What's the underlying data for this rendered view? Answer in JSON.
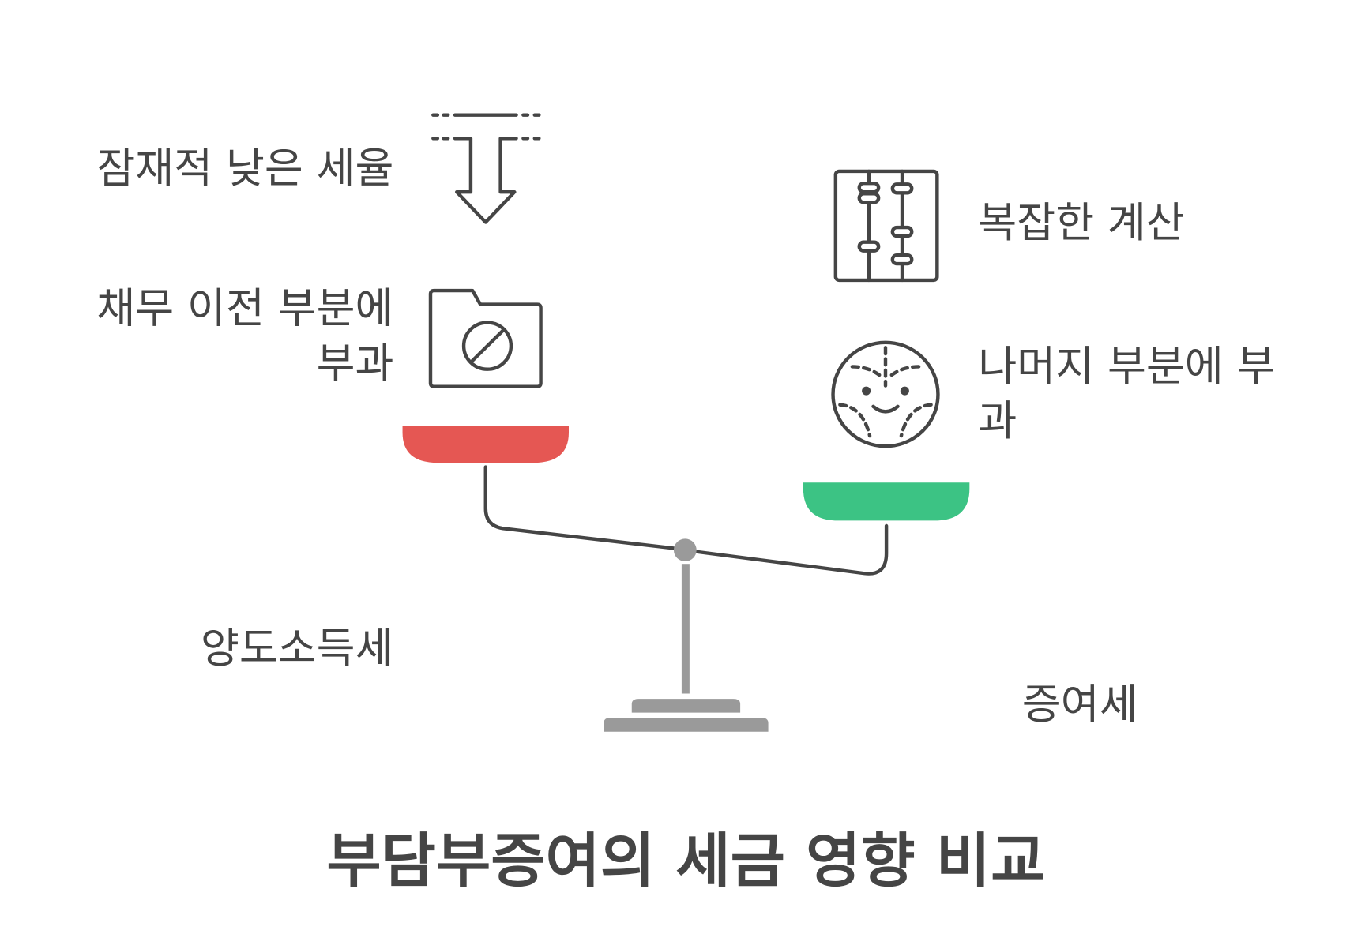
{
  "title": "부담부증여의 세금 영향 비교",
  "left": {
    "label": "양도소득세",
    "pan_color": "#E55753",
    "points": [
      {
        "icon": "down-arrow-icon",
        "lines": [
          "잠재적 낮은 세율"
        ]
      },
      {
        "icon": "blocked-folder-icon",
        "lines": [
          "채무 이전 부분에",
          "부과"
        ]
      }
    ]
  },
  "right": {
    "label": "증여세",
    "pan_color": "#3CC384",
    "points": [
      {
        "icon": "abacus-icon",
        "lines": [
          "복잡한 계산"
        ]
      },
      {
        "icon": "face-icon",
        "lines": [
          "나머지 부분에 부",
          "과"
        ]
      }
    ]
  },
  "colors": {
    "text": "#454545",
    "stand": "#9a9a9a"
  }
}
